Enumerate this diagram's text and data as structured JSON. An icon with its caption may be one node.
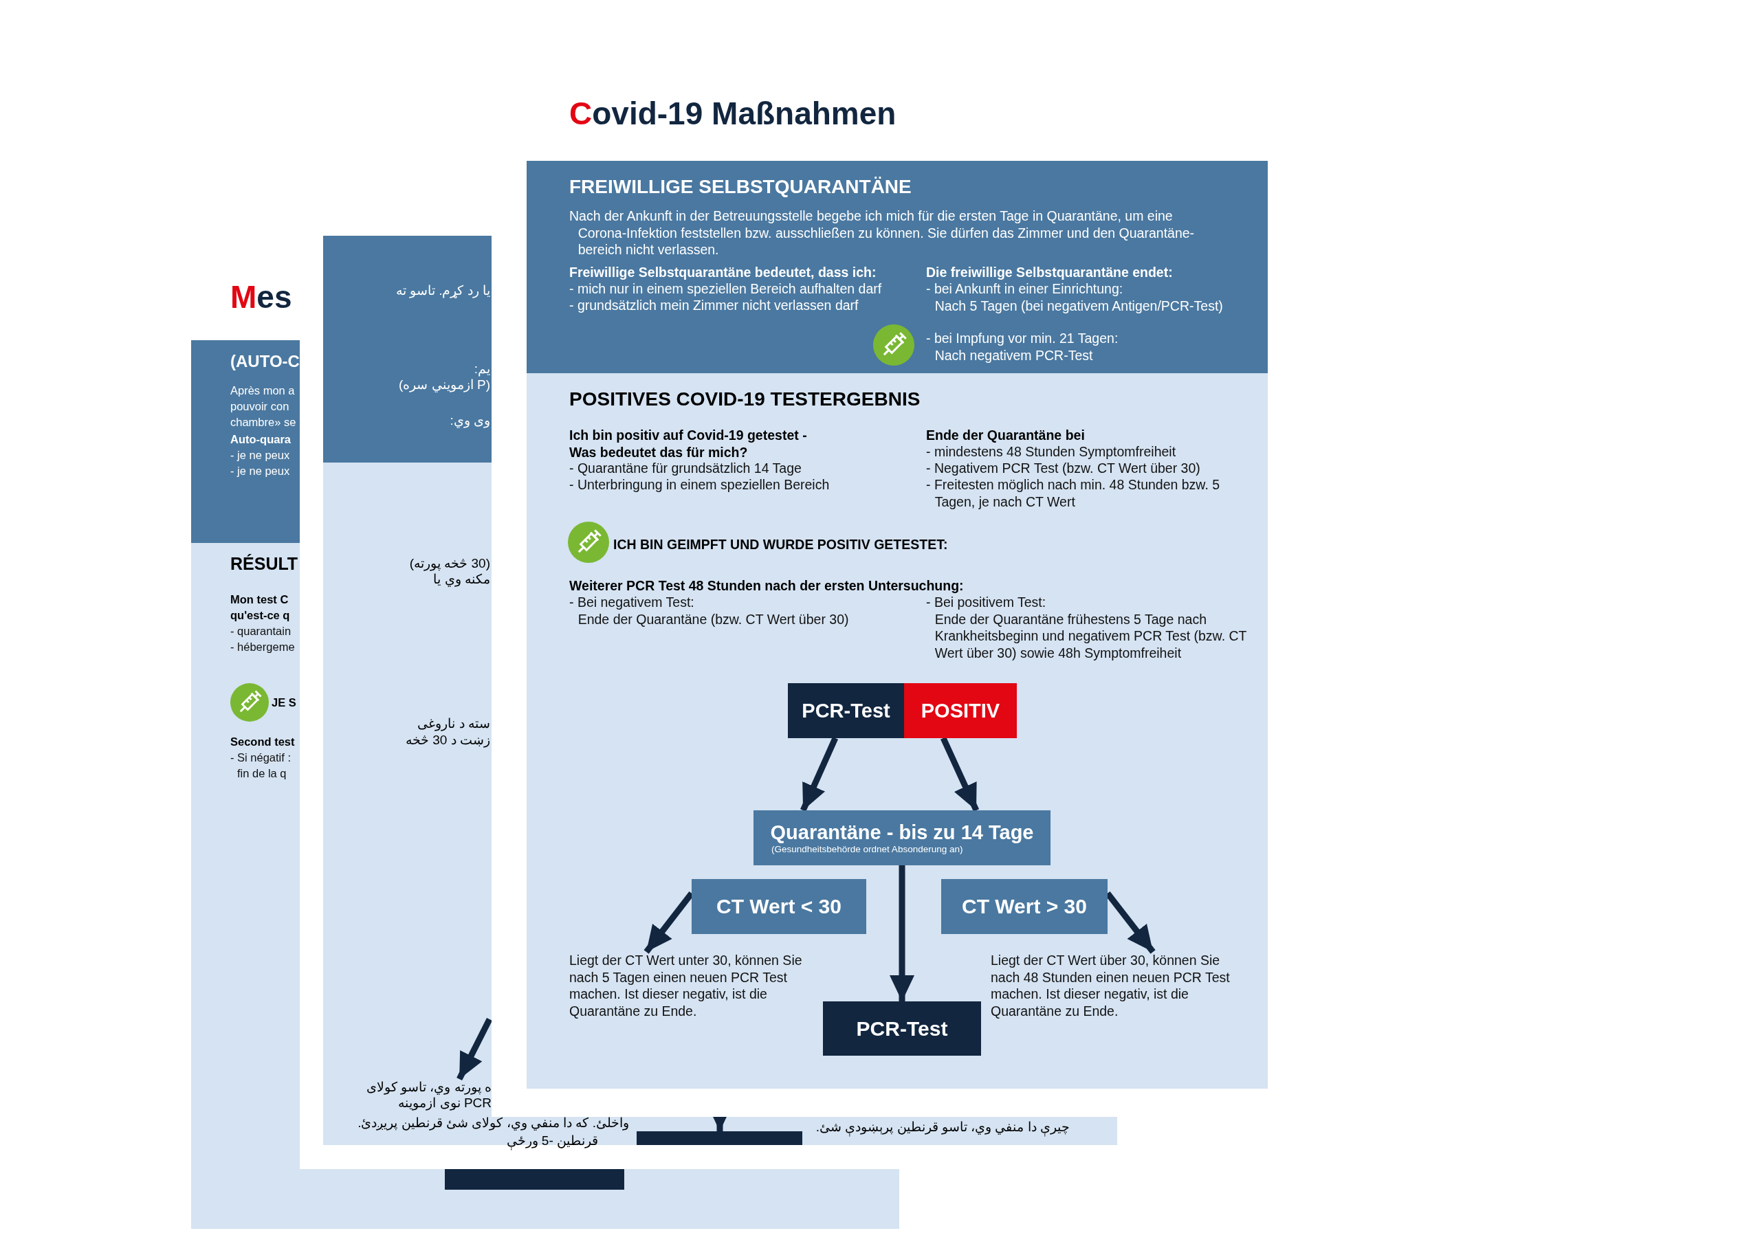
{
  "diagram": {
    "title": "Covid-19 Maßnahmen",
    "nodes": [
      {
        "text": [
          "PCR-Test",
          "POSITIV"
        ]
      },
      {
        "text": [
          "Quarantäne - bis zu 14 Tage",
          "(Gesundheitsbehörde ordnet Absonderung an)"
        ]
      },
      {
        "text": [
          "CT Wert < 30"
        ]
      },
      {
        "text": [
          "CT Wert > 30"
        ]
      },
      {
        "text": [
          "Liegt der CT Wert unter 30, können Sie nach 5 Tagen einen neuen PCR Test machen. Ist dieser negativ, ist die Quarantäne zu Ende."
        ]
      },
      {
        "text": [
          "Liegt der CT Wert über 30, können Sie nach 48 Stunden einen neuen PCR Test machen. Ist dieser negativ, ist die Quarantäne zu Ende."
        ]
      },
      {
        "text": [
          "PCR-Test"
        ]
      },
      {
        "text": [
          "ه پورته وي، تاسو کولای",
          "PCR نوی ازموینه",
          "واخلئ. که دا منفي وي، کولای شئ قرنطین پریږدئ."
        ]
      },
      {
        "text": [],
        "shape": "box"
      },
      {
        "text": [],
        "shape": "box"
      }
    ],
    "edges": [
      {
        "from": 0,
        "to": 1,
        "arrow": "to"
      },
      {
        "from": 0,
        "to": 1,
        "arrow": "to"
      },
      {
        "from": 2,
        "to": 4,
        "arrow": "to"
      },
      {
        "from": 3,
        "to": 5,
        "arrow": "to"
      },
      {
        "from": 1,
        "to": 6,
        "arrow": "to"
      },
      {
        "from": null,
        "to": 7,
        "arrow": "to"
      },
      {
        "from": null,
        "to": 8,
        "arrow": "to"
      }
    ],
    "labels": [
      "FREIWILLIGE SELBSTQUARANTÄNE",
      "Nach der Ankunft in der Betreuungsstelle begebe ich mich für die ersten Tage in Quarantäne, um eine Corona-Infektion feststellen bzw. ausschließen zu können. Sie dürfen das Zimmer und den Quarantäne-bereich nicht verlassen.",
      "Freiwillige Selbstquarantäne bedeutet, dass ich:",
      "- mich nur in einem speziellen Bereich aufhalten darf",
      "- grundsätzlich mein Zimmer nicht verlassen darf",
      "Die freiwillige Selbstquarantäne endet:",
      "- bei Ankunft in einer Einrichtung: Nach 5 Tagen (bei negativem Antigen/PCR-Test)",
      "- bei Impfung vor min. 21 Tagen: Nach negativem PCR-Test",
      "POSITIVES COVID-19 TESTERGEBNIS",
      "Ich bin positiv auf Covid-19 getestet - Was bedeutet das für mich?",
      "- Quarantäne für grundsätzlich 14 Tage",
      "- Unterbringung in einem speziellen Bereich",
      "Ende der Quarantäne bei",
      "- mindestens 48 Stunden Symptomfreiheit",
      "- Negativem PCR Test (bzw. CT Wert über 30)",
      "- Freitesten möglich nach min. 48 Stunden bzw. 5 Tagen, je nach CT Wert",
      "ICH BIN GEIMPFT UND WURDE POSITIV GETESTET:",
      "Weiterer PCR Test 48 Stunden nach der ersten Untersuchung:",
      "- Bei negativem Test: Ende der Quarantäne (bzw. CT Wert über 30)",
      "- Bei positivem Test: Ende der Quarantäne frühestens 5 Tage nach Krankheitsbeginn und negativem PCR Test (bzw. CT Wert über 30) sowie 48h Symptomfreiheit",
      "Mes",
      "(AUTO-C",
      "Après mon a",
      "pouvoir con",
      "chambre» se",
      "Auto-quara",
      "- je ne peux",
      "- je ne peux",
      "RÉSULT",
      "Mon test C",
      "qu'est-ce q",
      "- quarantain",
      "- hébergeme",
      "JE S",
      "Second test",
      "- Si négatif :",
      "fin de la q",
      "یا رد کړم. تاسو ته",
      "یم:",
      "(P ازمويني سره)",
      "وی وي:",
      "(30 څخه پورته)",
      "مکنه وي یا",
      "سته د ناروغی",
      "زښت د 30 څخه",
      "چیرې دا منفي وي، تاسو قرنطین پرېښودې شئ.",
      "قرنطین -5 ورځې"
    ]
  }
}
